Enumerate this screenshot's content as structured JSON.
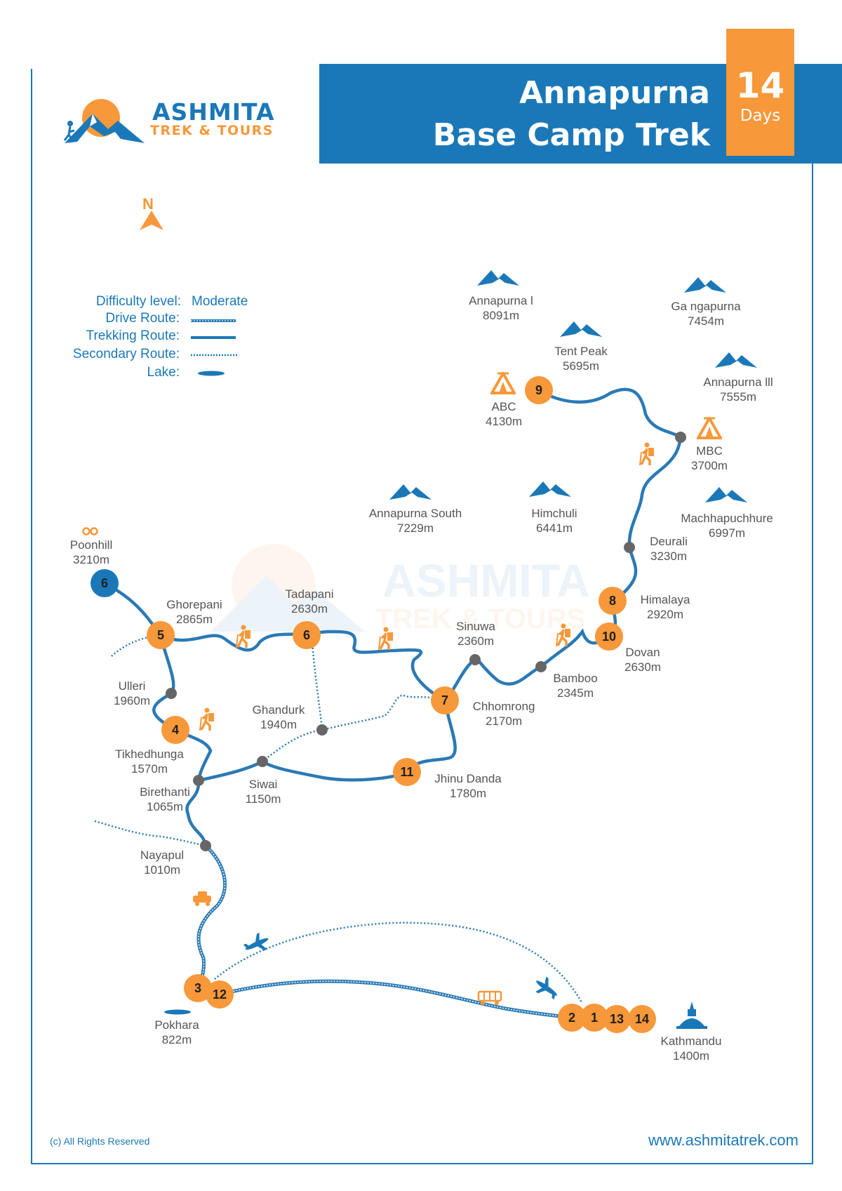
{
  "header": {
    "brand_name": "ASHMITA",
    "brand_tagline": "TREK & TOURS",
    "title_line1": "Annapurna",
    "title_line2": "Base Camp Trek",
    "days_number": "14",
    "days_label": "Days"
  },
  "compass": {
    "label": "N"
  },
  "legend": {
    "difficulty_label": "Difficulty level:",
    "difficulty_value": "Moderate",
    "drive_label": "Drive Route:",
    "trekking_label": "Trekking Route:",
    "secondary_label": "Secondary Route:",
    "lake_label": "Lake:"
  },
  "watermark": {
    "name": "ASHMITA",
    "tagline": "TREK & TOURS"
  },
  "peaks": [
    {
      "name": "Annapurna l",
      "elev": "8091m"
    },
    {
      "name": "Ga ngapurna",
      "elev": "7454m"
    },
    {
      "name": "Tent Peak",
      "elev": "5695m"
    },
    {
      "name": "Annapurna lll",
      "elev": "7555m"
    },
    {
      "name": "Annapurna South",
      "elev": "7229m"
    },
    {
      "name": "Himchuli",
      "elev": "6441m"
    },
    {
      "name": "Machhapuchhure",
      "elev": "6997m"
    }
  ],
  "places": [
    {
      "name": "ABC",
      "elev": "4130m"
    },
    {
      "name": "MBC",
      "elev": "3700m"
    },
    {
      "name": "Deurali",
      "elev": "3230m"
    },
    {
      "name": "Himalaya",
      "elev": "2920m"
    },
    {
      "name": "Dovan",
      "elev": "2630m"
    },
    {
      "name": "Bamboo",
      "elev": "2345m"
    },
    {
      "name": "Sinuwa",
      "elev": "2360m"
    },
    {
      "name": "Chhomrong",
      "elev": "2170m"
    },
    {
      "name": "Jhinu Danda",
      "elev": "1780m"
    },
    {
      "name": "Poonhill",
      "elev": "3210m"
    },
    {
      "name": "Ghorepani",
      "elev": "2865m"
    },
    {
      "name": "Tadapani",
      "elev": "2630m"
    },
    {
      "name": "Ulleri",
      "elev": "1960m"
    },
    {
      "name": "Ghandurk",
      "elev": "1940m"
    },
    {
      "name": "Tikhedhunga",
      "elev": "1570m"
    },
    {
      "name": "Birethanti",
      "elev": "1065m"
    },
    {
      "name": "Siwai",
      "elev": "1150m"
    },
    {
      "name": "Nayapul",
      "elev": "1010m"
    },
    {
      "name": "Pokhara",
      "elev": "822m"
    },
    {
      "name": "Kathmandu",
      "elev": "1400m"
    }
  ],
  "day_markers": {
    "abc": "9",
    "himalaya": "8",
    "dovan": "10",
    "chhomrong": "7",
    "jhinu": "11",
    "poonhill": "6",
    "ghorepani": "5",
    "tadapani": "6",
    "tikhedhunga": "4",
    "pokhara_a": "3",
    "pokhara_b": "12",
    "ktm_a": "2",
    "ktm_b": "1",
    "ktm_c": "13",
    "ktm_d": "14"
  },
  "colors": {
    "blue": "#1b78b8",
    "orange": "#f7983a",
    "grey": "#666666",
    "route": "#2a7ab5"
  },
  "footer": {
    "copyright": "(c) All Rights Reserved",
    "website": "www.ashmitatrek.com"
  }
}
